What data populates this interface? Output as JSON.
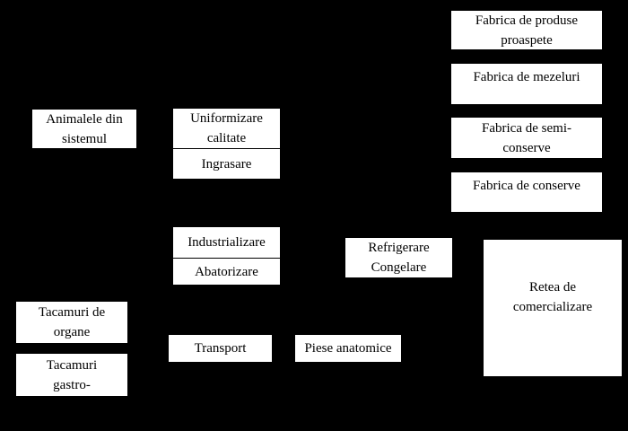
{
  "diagram": {
    "colors": {
      "background": "#000000",
      "node_fill": "#ffffff",
      "node_text": "#000000"
    },
    "nodes": {
      "fabrica_proaspete": {
        "label": "Fabrica de produse\nproaspete"
      },
      "fabrica_mezeluri": {
        "label": "Fabrica de mezeluri"
      },
      "fabrica_semiconserve": {
        "label": "Fabrica de semi-\nconserve"
      },
      "fabrica_conserve": {
        "label": "Fabrica de conserve"
      },
      "animalele": {
        "label": "Animalele din\nsistemul"
      },
      "uniformizare": {
        "label": "Uniformizare\ncalitate"
      },
      "ingrasare": {
        "label": "Ingrasare"
      },
      "industrializare": {
        "label": "Industrializare"
      },
      "abatorizare": {
        "label": "Abatorizare"
      },
      "refrigerare": {
        "label": "Refrigerare\nCongelare"
      },
      "retea": {
        "label": "Retea de\ncomercializare"
      },
      "tacamuri_organe": {
        "label": "Tacamuri de\norgane"
      },
      "tacamuri_gastro": {
        "label": "Tacamuri\ngastro-"
      },
      "transport": {
        "label": "Transport"
      },
      "piese_anatomice": {
        "label": "Piese anatomice"
      }
    }
  }
}
